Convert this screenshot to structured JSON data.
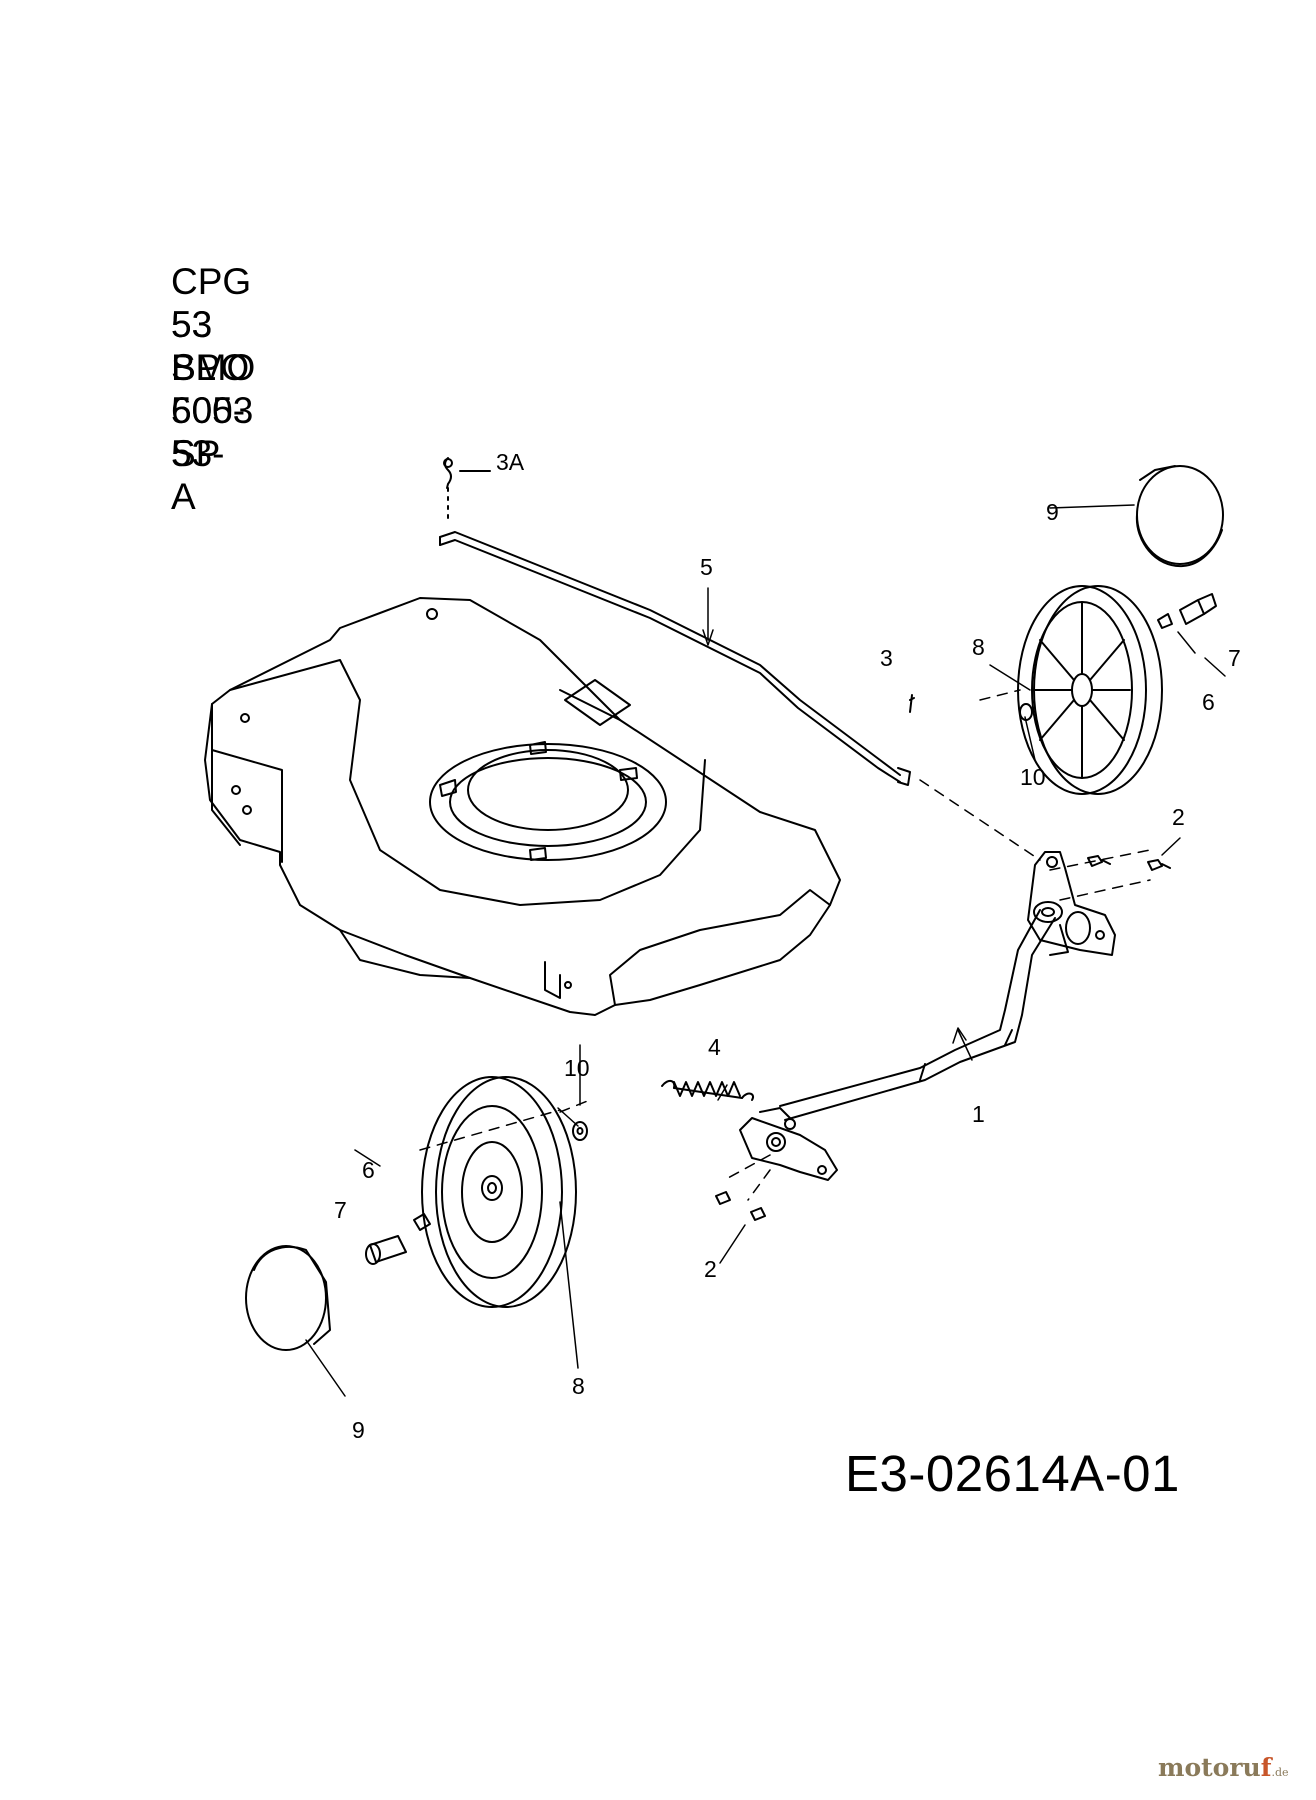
{
  "models": [
    "CPG 53 BMO",
    "53 SPO",
    "BL 5053 SP",
    "600-53-A"
  ],
  "drawing_number": "E3-02614A-01",
  "watermark": {
    "brand": "motoruf",
    "accent": "f",
    "suffix": ".de"
  },
  "callouts": {
    "c3a": "3A",
    "c9_top": "9",
    "c5": "5",
    "c8_top": "8",
    "c3": "3",
    "c7_top": "7",
    "c6_top": "6",
    "c10_top": "10",
    "c2_right": "2",
    "c4": "4",
    "c10_bottom": "10",
    "c1": "1",
    "c6_bottom": "6",
    "c7_bottom": "7",
    "c2_bottom": "2",
    "c8_bottom": "8",
    "c9_bottom": "9"
  },
  "colors": {
    "line": "#000000",
    "background": "#ffffff",
    "watermark": "#8a7a5a",
    "watermark_accent": "#c8562a"
  }
}
